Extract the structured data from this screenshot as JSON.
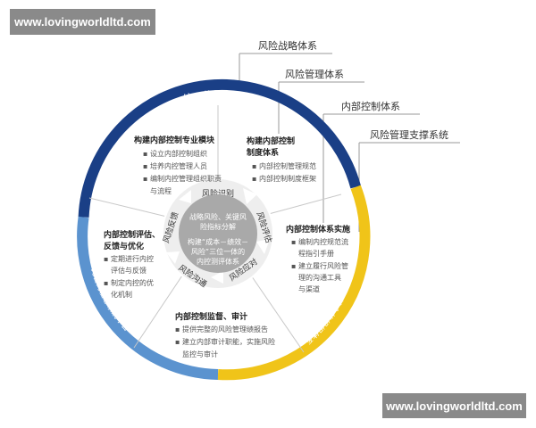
{
  "watermarks": {
    "top": "www.lovingworldltd.com",
    "bottom": "www.lovingworldltd.com"
  },
  "callouts": [
    "风险战略体系",
    "风险管理体系",
    "内部控制体系",
    "风险管理支撑系统"
  ],
  "ring": {
    "top_label": "统一的风险语言",
    "left_label": "完善的信息系统平台",
    "right_label": "健全的组织体系",
    "colors": {
      "top": "#1a3f86",
      "left": "#5b93cf",
      "right": "#f0c419"
    }
  },
  "cycle": [
    "风险识别",
    "风险评估",
    "风险应对",
    "风险沟通",
    "风险反馈"
  ],
  "center": {
    "top_lines": [
      "战略风险、关键风",
      "险指标分解"
    ],
    "bottom_lines": [
      "构建“成本－绩效－",
      "风险”三位一体的",
      "内控测评体系"
    ]
  },
  "sections": {
    "top_left": {
      "title": "构建内部控制专业模块",
      "items": [
        "设立内部控制组织",
        "培养内控管理人员",
        "编制内控管理组织职责",
        "与流程"
      ]
    },
    "top_right": {
      "title_lines": [
        "构建内部控制",
        "制度体系"
      ],
      "items": [
        "内部控制管理规范",
        "内部控制制度框架"
      ]
    },
    "right": {
      "title": "内部控制体系实施",
      "items": [
        "编制内控规范流",
        "程指引手册",
        "建立履行风险管",
        "理的沟通工具",
        "与渠道"
      ]
    },
    "bottom": {
      "title": "内部控制监督、审计",
      "items": [
        "提供完整的风险管理绩报告",
        "建立内部审计职能，实施风险",
        "监控与审计"
      ]
    },
    "left": {
      "title_lines": [
        "内部控制评估、",
        "反馈与优化"
      ],
      "items": [
        "定期进行内控",
        "评估与反馈",
        "制定内控的优",
        "化机制"
      ]
    }
  }
}
